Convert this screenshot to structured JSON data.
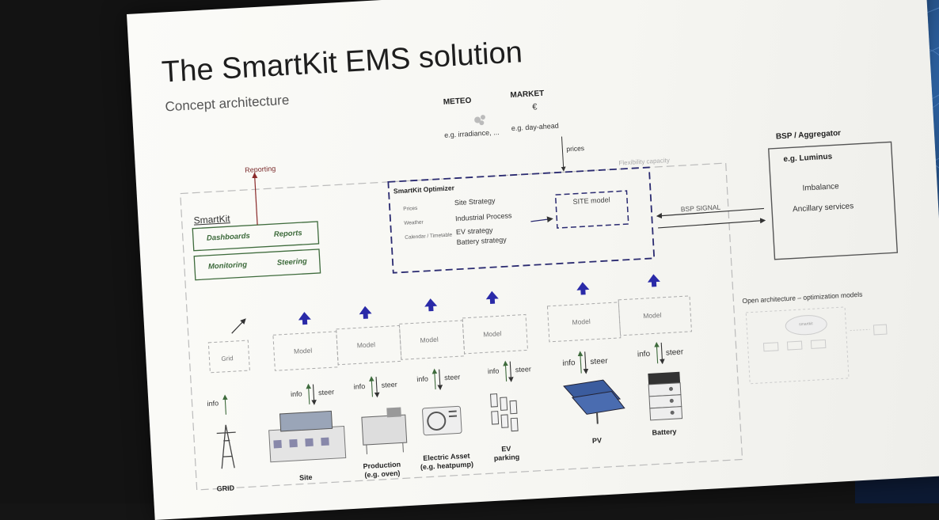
{
  "slide": {
    "title": "The SmartKit EMS solution",
    "subtitle": "Concept architecture"
  },
  "top": {
    "meteo": "METEO",
    "market": "MARKET",
    "euro": "€",
    "meteo_example": "e.g. irradiance, ...",
    "market_example": "e.g. day-ahead",
    "prices": "prices"
  },
  "smartkit": {
    "label": "SmartKit",
    "reporting": "Reporting",
    "dashboards": "Dashboards",
    "reports": "Reports",
    "monitoring": "Monitoring",
    "steering": "Steering"
  },
  "optimizer": {
    "title": "SmartKit Optimizer",
    "inputs": [
      "Prices",
      "Weather",
      "Calendar / Timetable"
    ],
    "strategies": [
      "Site Strategy",
      "Industrial Process",
      "EV strategy",
      "Battery strategy"
    ],
    "site_model": "SITE model",
    "flexibility": "Flexibility capacity",
    "bsp_signal": "BSP SIGNAL"
  },
  "bsp": {
    "title": "BSP / Aggregator",
    "example": "e.g. Luminus",
    "items": [
      "Imbalance",
      "Ancillary services"
    ]
  },
  "models": {
    "grid": "Grid",
    "model": "Model"
  },
  "flows": {
    "info": "info",
    "steer": "steer"
  },
  "assets": [
    {
      "label": "GRID"
    },
    {
      "label": "Site"
    },
    {
      "label": "Production (e.g. oven)"
    },
    {
      "label": "Electric Asset (e.g. heatpump)"
    },
    {
      "label": "EV parking"
    },
    {
      "label": "PV"
    },
    {
      "label": "Battery"
    }
  ],
  "open_architecture": {
    "title": "Open architecture – optimization models",
    "cloud_label": "smartkit"
  },
  "colors": {
    "accent_blue": "#2a2aa8",
    "smartkit_green": "#3e6b3c",
    "reporting_red": "#8a2a2a",
    "slide_bg": "#f6f6f2"
  }
}
